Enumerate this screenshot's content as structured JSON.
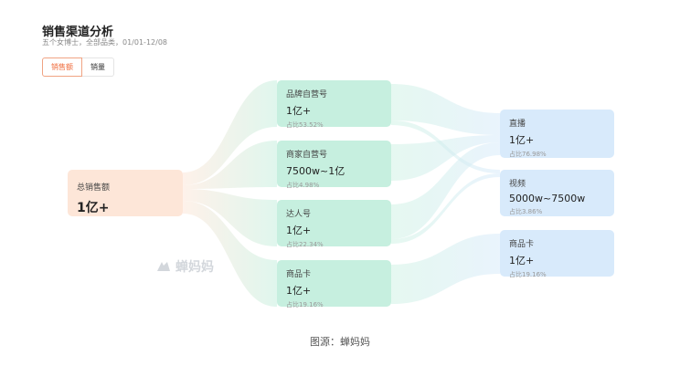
{
  "header": {
    "title": "销售渠道分析",
    "subtitle": "五个女博士，全部品类，01/01-12/08"
  },
  "tabs": [
    {
      "label": "销售额",
      "active": true
    },
    {
      "label": "销量",
      "active": false
    }
  ],
  "chart_data": {
    "type": "sankey",
    "source": {
      "name": "总销售额",
      "value": "1亿+"
    },
    "channels": [
      {
        "name": "品牌自营号",
        "value": "1亿+",
        "share": "占比53.52%"
      },
      {
        "name": "商家自营号",
        "value": "7500w~1亿",
        "share": "占比4.98%"
      },
      {
        "name": "达人号",
        "value": "1亿+",
        "share": "占比22.34%"
      },
      {
        "name": "商品卡",
        "value": "1亿+",
        "share": "占比19.16%"
      }
    ],
    "carriers": [
      {
        "name": "直播",
        "value": "1亿+",
        "share": "占比76.98%"
      },
      {
        "name": "视频",
        "value": "5000w~7500w",
        "share": "占比3.86%"
      },
      {
        "name": "商品卡",
        "value": "1亿+",
        "share": "占比19.16%"
      }
    ],
    "colors": {
      "source": "#fde6d8",
      "channel": "#c6efdf",
      "carrier": "#d8eafb"
    }
  },
  "watermark": "蝉妈妈",
  "footer": "图源：蝉妈妈"
}
